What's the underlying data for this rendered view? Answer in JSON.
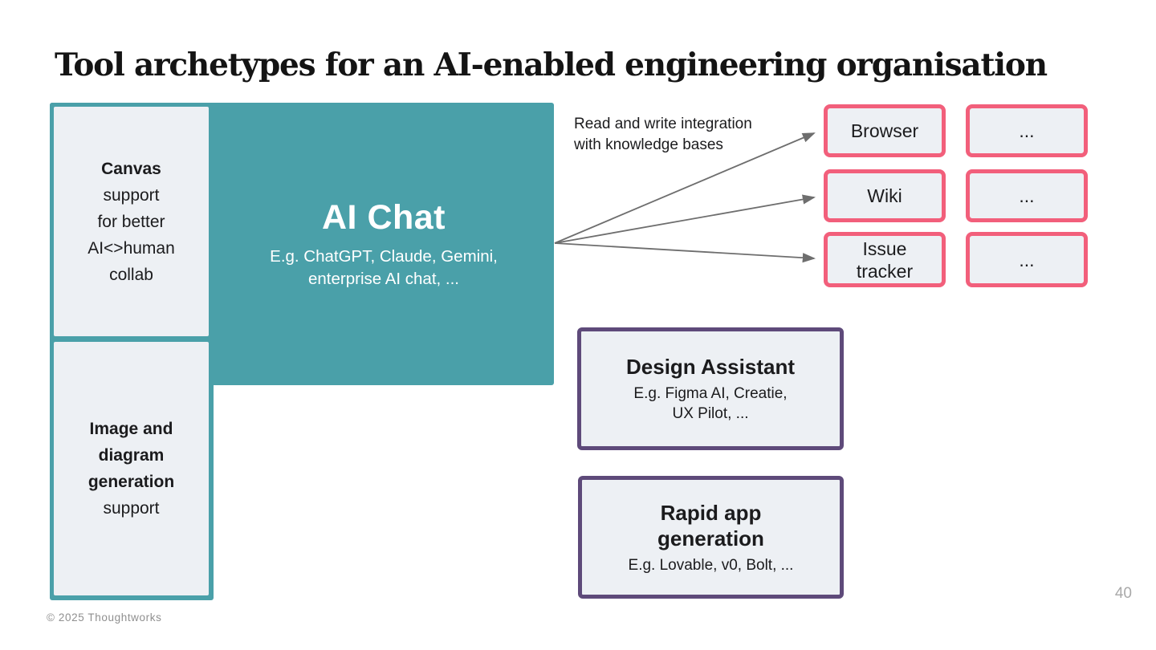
{
  "slide": {
    "title": "Tool archetypes for an AI-enabled engineering organisation",
    "footer": "© 2025 Thoughtworks",
    "page_number": "40"
  },
  "ai_chat": {
    "title": "AI Chat",
    "subtitle_line1": "E.g. ChatGPT, Claude, Gemini,",
    "subtitle_line2": "enterprise AI chat, ..."
  },
  "canvas_box": {
    "line1": "Canvas",
    "line2": "support",
    "line3": "for better",
    "line4": "AI<>human",
    "line5": "collab"
  },
  "image_box": {
    "line1": "Image and",
    "line2": "diagram",
    "line3": "generation",
    "line4": "support"
  },
  "knowledge": {
    "annotation_line1": "Read and write integration",
    "annotation_line2": "with knowledge bases",
    "browser_label": "Browser",
    "wiki_label": "Wiki",
    "issue_label_line1": "Issue",
    "issue_label_line2": "tracker",
    "more_label": "..."
  },
  "design_assistant": {
    "title": "Design Assistant",
    "subtitle_line1": "E.g. Figma AI, Creatie,",
    "subtitle_line2": "UX Pilot, ..."
  },
  "rapid_app": {
    "title_line1": "Rapid app",
    "title_line2": "generation",
    "subtitle": "E.g. Lovable, v0, Bolt, ..."
  },
  "colors": {
    "teal": "#4aa0a9",
    "pink": "#f25f7b",
    "purple": "#5e4a7a",
    "box_fill": "#edf0f4",
    "arrow_gray": "#6e6e6e"
  }
}
